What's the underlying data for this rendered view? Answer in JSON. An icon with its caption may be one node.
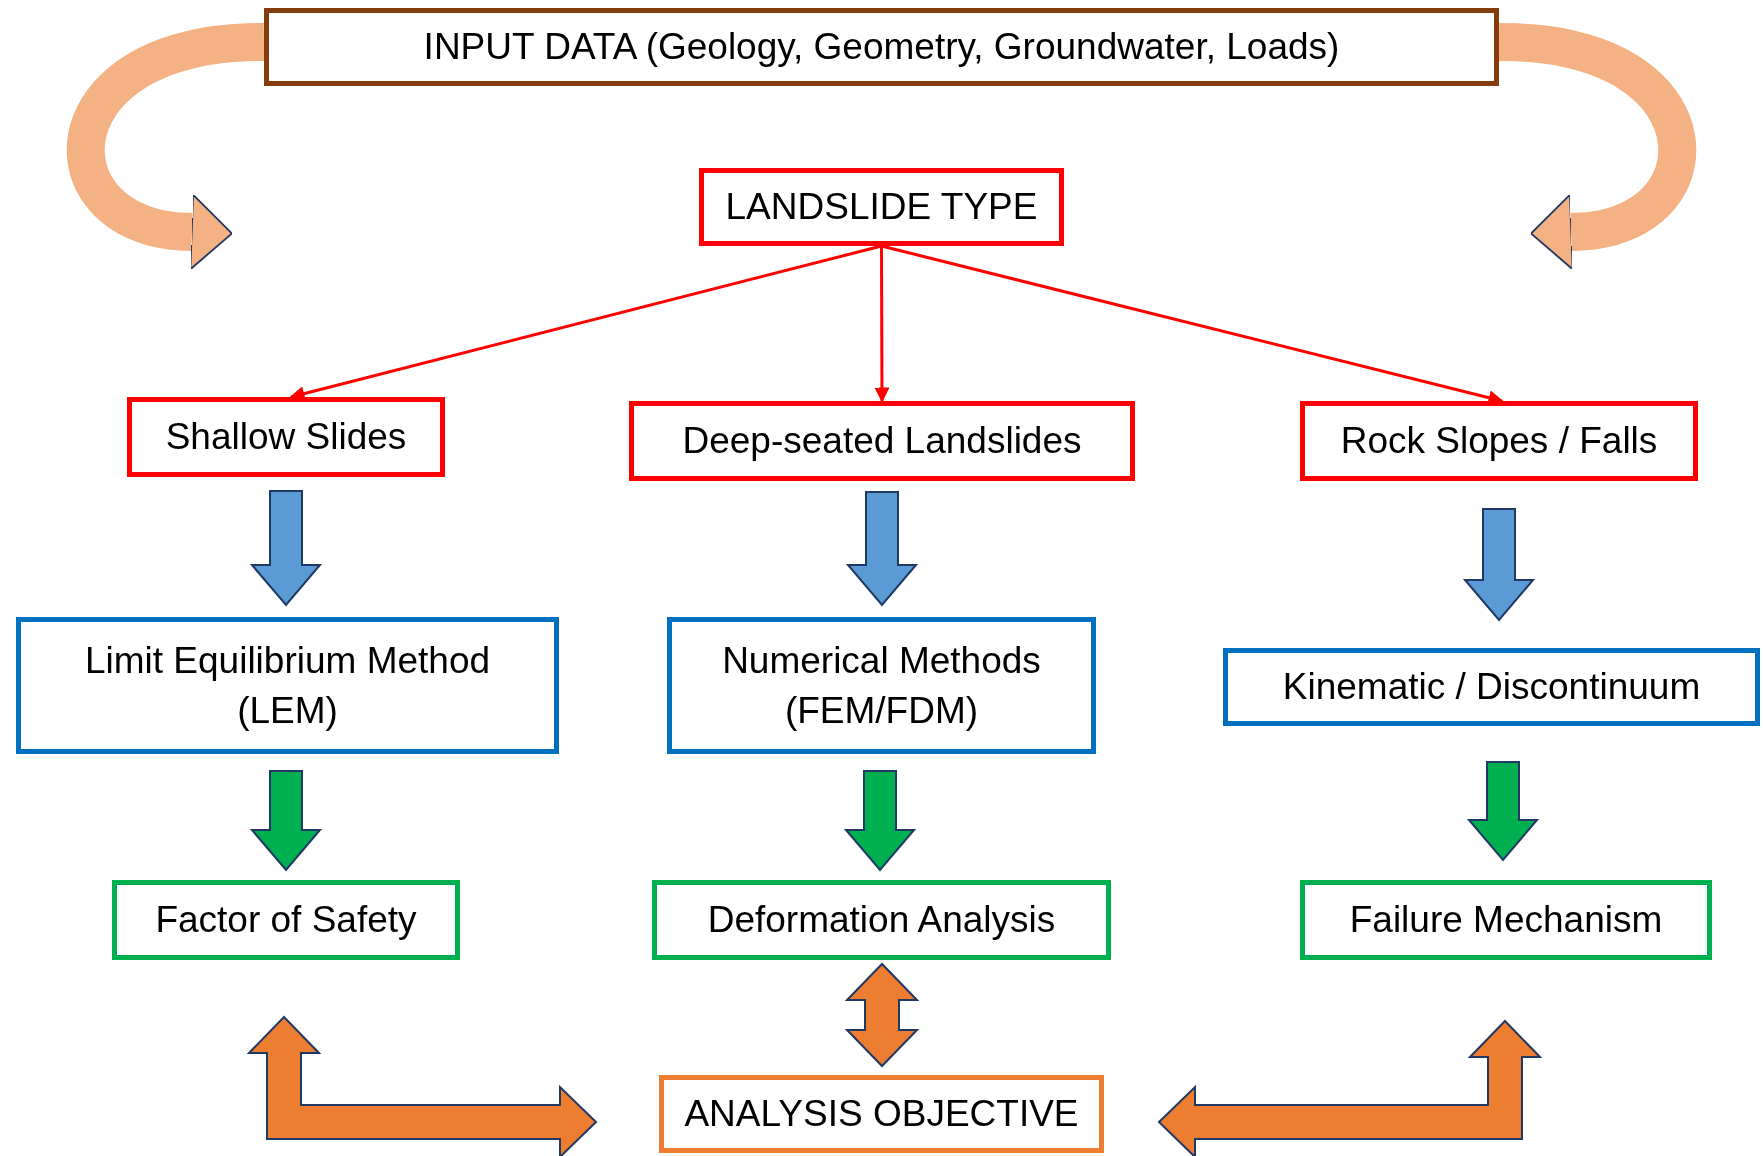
{
  "diagram": {
    "nodes": [
      {
        "text": [
          "INPUT DATA (Geology, Geometry, Groundwater, Loads)"
        ]
      },
      {
        "text": [
          "LANDSLIDE TYPE"
        ]
      },
      {
        "text": [
          "Shallow Slides"
        ]
      },
      {
        "text": [
          "Deep-seated Landslides"
        ]
      },
      {
        "text": [
          "Rock Slopes / Falls"
        ]
      },
      {
        "text": [
          "Limit Equilibrium Method (LEM)"
        ]
      },
      {
        "text": [
          "Numerical Methods (FEM/FDM)"
        ]
      },
      {
        "text": [
          "Kinematic / Discontinuum"
        ]
      },
      {
        "text": [
          "Factor of Safety"
        ]
      },
      {
        "text": [
          "Deformation Analysis"
        ]
      },
      {
        "text": [
          "Failure Mechanism"
        ]
      },
      {
        "text": [
          "ANALYSIS OBJECTIVE"
        ]
      }
    ],
    "edges": [
      {
        "from": 0,
        "to": null,
        "arrow": "to",
        "style": "thick",
        "color": "#f4b183"
      },
      {
        "from": 0,
        "to": null,
        "arrow": "to",
        "style": "thick",
        "color": "#f4b183"
      },
      {
        "from": 1,
        "to": 2,
        "arrow": "to",
        "color": "#ff0000"
      },
      {
        "from": 1,
        "to": 3,
        "arrow": "to",
        "color": "#ff0000"
      },
      {
        "from": 1,
        "to": 4,
        "arrow": "to",
        "color": "#ff0000"
      },
      {
        "from": 2,
        "to": 5,
        "arrow": "to",
        "style": "thick",
        "color": "#5b9bd5"
      },
      {
        "from": 3,
        "to": 6,
        "arrow": "to",
        "style": "thick",
        "color": "#5b9bd5"
      },
      {
        "from": 4,
        "to": 7,
        "arrow": "to",
        "style": "thick",
        "color": "#5b9bd5"
      },
      {
        "from": 5,
        "to": 8,
        "arrow": "to",
        "style": "thick",
        "color": "#00b050"
      },
      {
        "from": 6,
        "to": 9,
        "arrow": "to",
        "style": "thick",
        "color": "#00b050"
      },
      {
        "from": 7,
        "to": 10,
        "arrow": "to",
        "style": "thick",
        "color": "#00b050"
      },
      {
        "from": 9,
        "to": 11,
        "arrow": "both",
        "style": "thick",
        "color": "#ed7d31"
      },
      {
        "from": 8,
        "to": 11,
        "arrow": "both",
        "style": "thick",
        "color": "#ed7d31"
      },
      {
        "from": 10,
        "to": 11,
        "arrow": "both",
        "style": "thick",
        "color": "#ed7d31"
      }
    ]
  }
}
